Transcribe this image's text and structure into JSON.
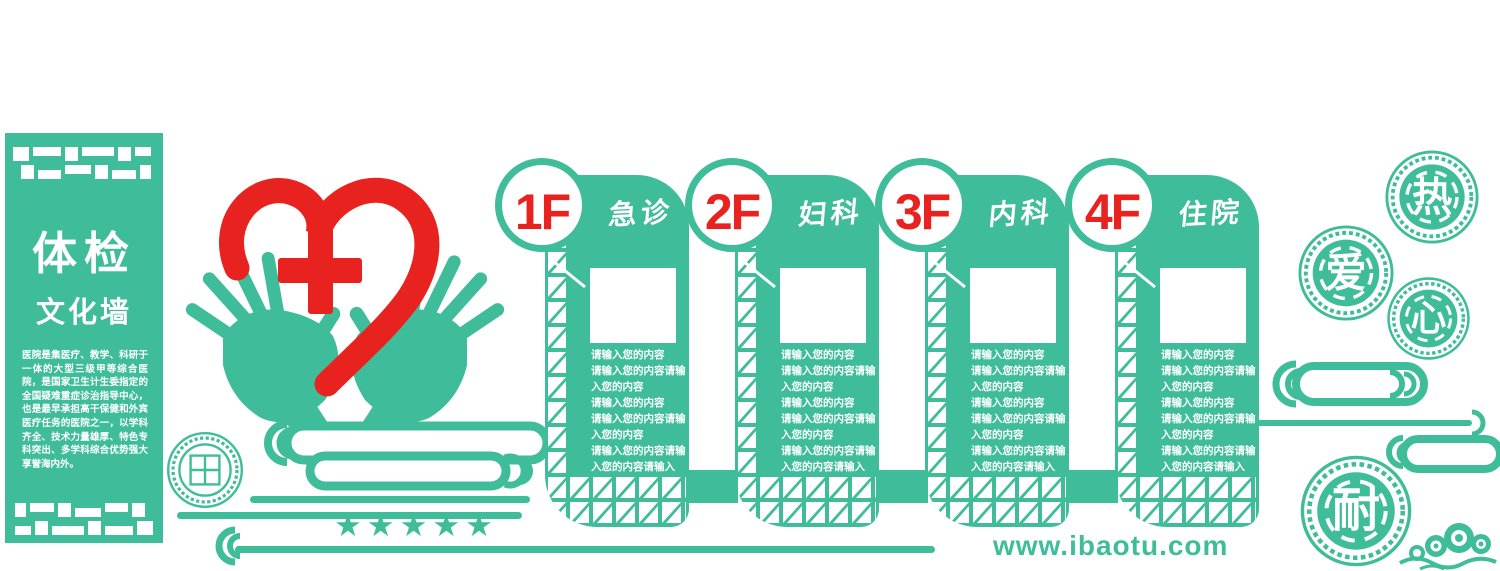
{
  "colors": {
    "green": "#3FBD9A",
    "red": "#E8231F"
  },
  "intro_panel": {
    "title": "体检",
    "subtitle": "文化墙",
    "body": "医院是集医疗、教学、科研于一体的大型三级甲等综合医院，是国家卫生计生委指定的全国疑难重症诊治指导中心，也是最早承担高干保健和外宾医疗任务的医院之一，以学科齐全、技术力量雄厚、特色专科突出、多学科综合优势强大享誉海内外。"
  },
  "floors": [
    {
      "number": "1F",
      "department": "急诊",
      "body": "请输入您的内容\n请输入您的内容请输\n入您的内容\n请输入您的内容\n请输入您的内容请输\n入您的内容\n请输入您的内容请输\n入您的内容请输入"
    },
    {
      "number": "2F",
      "department": "妇科",
      "body": "请输入您的内容\n请输入您的内容请输\n入您的内容\n请输入您的内容\n请输入您的内容请输\n入您的内容\n请输入您的内容请输\n入您的内容请输入"
    },
    {
      "number": "3F",
      "department": "内科",
      "body": "请输入您的内容\n请输入您的内容请输\n入您的内容\n请输入您的内容\n请输入您的内容请输\n入您的内容\n请输入您的内容请输\n入您的内容请输入"
    },
    {
      "number": "4F",
      "department": "住院",
      "body": "请输入您的内容\n请输入您的内容请输\n入您的内容\n请输入您的内容\n请输入您的内容请输\n入您的内容\n请输入您的内容请输\n入您的内容请输入"
    }
  ],
  "seals": [
    {
      "char": "热"
    },
    {
      "char": "爱"
    },
    {
      "char": "心"
    },
    {
      "char": "耐"
    }
  ],
  "rating_stars": "★★★★★",
  "watermark": "www.ibaotu.com"
}
